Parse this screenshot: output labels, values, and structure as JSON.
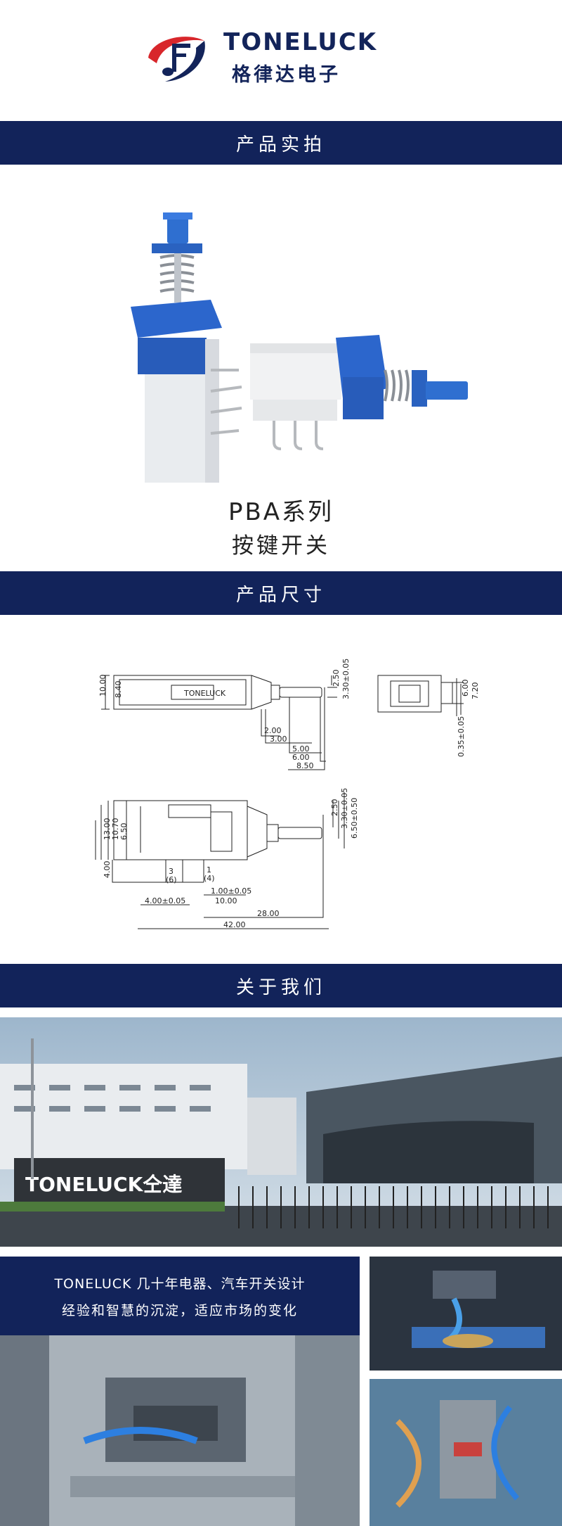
{
  "brand": {
    "name_en": "TONELUCK",
    "name_cn": "格律达电子",
    "colors": {
      "navy": "#12235a",
      "red": "#d8262b",
      "blue": "#2d63c8"
    }
  },
  "sections": {
    "photo_title": "产品实拍",
    "size_title": "产品尺寸",
    "about_title": "关于我们"
  },
  "product": {
    "series": "PBA系列",
    "type": "按键开关"
  },
  "drawing": {
    "top_view": {
      "body_mark": "TONELUCK",
      "dims_left": [
        "10.00",
        "8.40"
      ],
      "dims_right": [
        "2.50",
        "3.30±0.05"
      ],
      "dims_bottom": [
        "2.00",
        "3.00",
        "5.00",
        "6.00",
        "8.50"
      ]
    },
    "end_view": {
      "dims": [
        "6.00",
        "7.20",
        "0.35±0.05"
      ]
    },
    "side_view": {
      "dims_left": [
        "13.00",
        "10.70",
        "6.50",
        "4.00"
      ],
      "dims_right": [
        "2.50",
        "3.30±0.05",
        "6.50±0.50"
      ],
      "pins": [
        "3",
        "(6)",
        "1",
        "(4)"
      ],
      "dims_bottom": [
        "1.00±0.05",
        "4.00±0.05",
        "10.00",
        "28.00",
        "42.00"
      ]
    }
  },
  "about": {
    "factory_sign": "TONELUCK仝達",
    "line1": "TONELUCK 几十年电器、汽车开关设计",
    "line2": "经验和智慧的沉淀，适应市场的变化"
  }
}
